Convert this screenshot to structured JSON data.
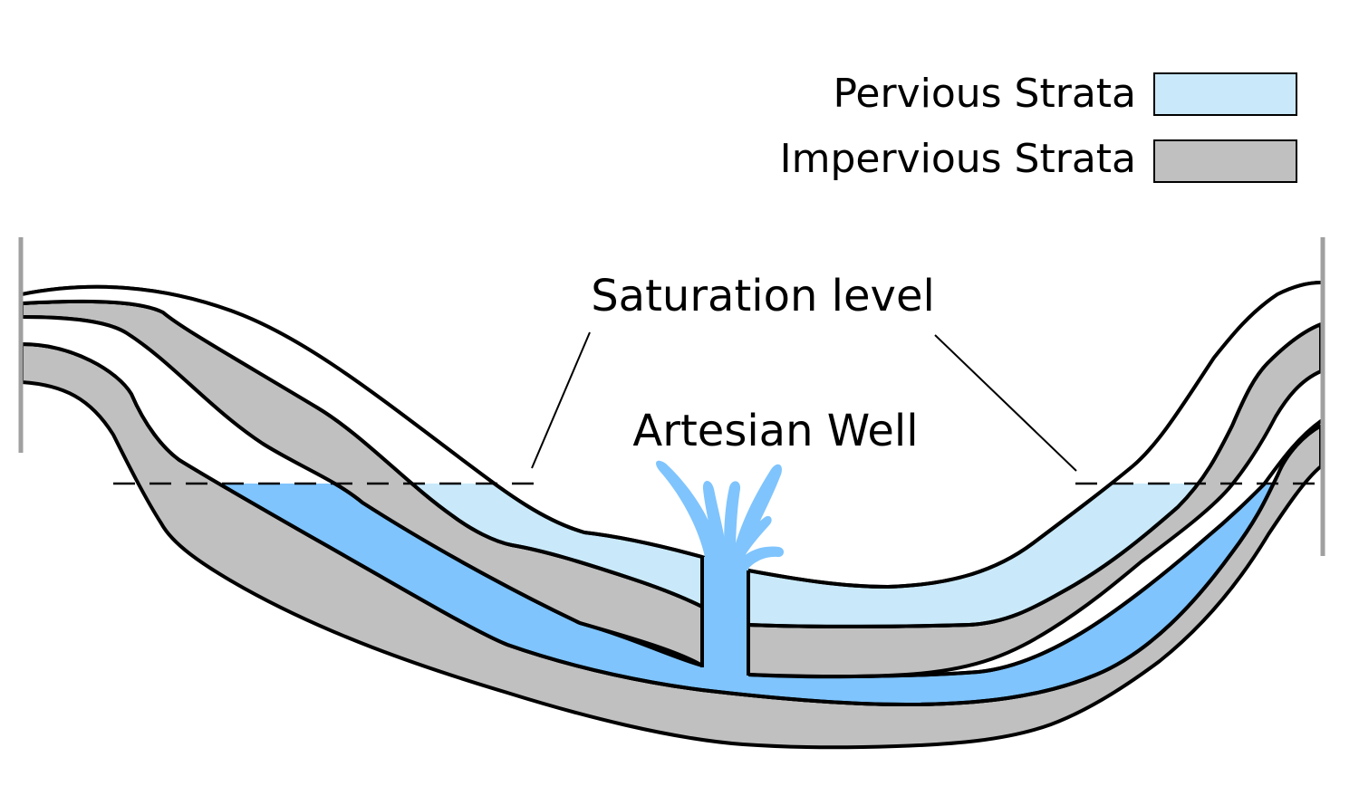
{
  "legend": {
    "items": [
      {
        "label": "Pervious Strata",
        "color": "#c9e9fa"
      },
      {
        "label": "Impervious Strata",
        "color": "#c0c0c0"
      }
    ]
  },
  "labels": {
    "saturation_level": "Saturation level",
    "artesian_well": "Artesian Well"
  },
  "colors": {
    "pervious_strata": "#c9e9fa",
    "impervious_strata": "#c0c0c0",
    "aquifer_water": "#7fc4fd",
    "well_water": "#7fc4fd",
    "outline": "#000000",
    "boundary_post": "#a0a0a0"
  }
}
